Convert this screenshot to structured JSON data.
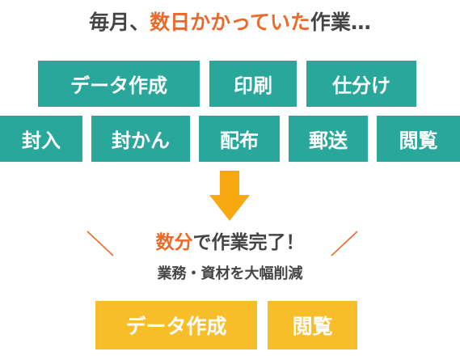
{
  "headline": {
    "before": "毎月、",
    "highlight": "数日かかっていた",
    "after": "作業…"
  },
  "tasks": [
    "データ作成",
    "印刷",
    "仕分け",
    "封入",
    "封かん",
    "配布",
    "郵送",
    "閲覧"
  ],
  "result": {
    "highlight": "数分",
    "after": "で作業完了！"
  },
  "subline": "業務・資材を大幅削減",
  "remaining": [
    "データ作成",
    "閲覧"
  ],
  "colors": {
    "teal": "#2aa79b",
    "yellow": "#f8be2a",
    "orange_text": "#ea6a2c",
    "arrow": "#f8a90f",
    "text": "#444444"
  }
}
